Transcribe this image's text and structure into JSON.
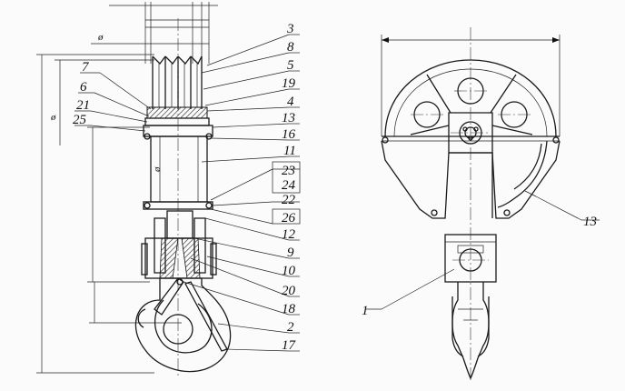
{
  "side_view": {
    "dim_symbol": "ø"
  },
  "labels": {
    "l1": "1",
    "l2": "2",
    "l3": "3",
    "l4": "4",
    "l5": "5",
    "l6": "6",
    "l7": "7",
    "l8": "8",
    "l9": "9",
    "l10": "10",
    "l11": "11",
    "l12": "12",
    "l13": "13",
    "l16": "16",
    "l17": "17",
    "l18": "18",
    "l19": "19",
    "l20": "20",
    "l21": "21",
    "l22": "22",
    "l23": "23",
    "l24": "24",
    "l25": "25",
    "l26": "26"
  }
}
